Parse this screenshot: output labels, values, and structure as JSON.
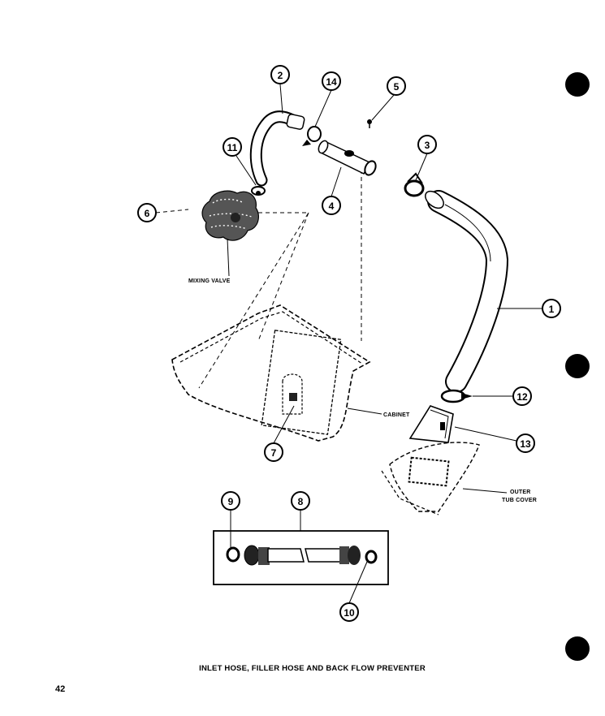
{
  "diagram": {
    "caption": "INLET HOSE, FILLER HOSE AND BACK FLOW PREVENTER",
    "page_number": "42",
    "callouts": [
      "1",
      "2",
      "3",
      "4",
      "5",
      "6",
      "7",
      "8",
      "9",
      "10",
      "11",
      "12",
      "13",
      "14"
    ],
    "labels": {
      "mixing_valve": "MIXING VALVE",
      "cabinet": "CABINET",
      "outer_tub_cover_line1": "OUTER",
      "outer_tub_cover_line2": "TUB COVER"
    }
  }
}
